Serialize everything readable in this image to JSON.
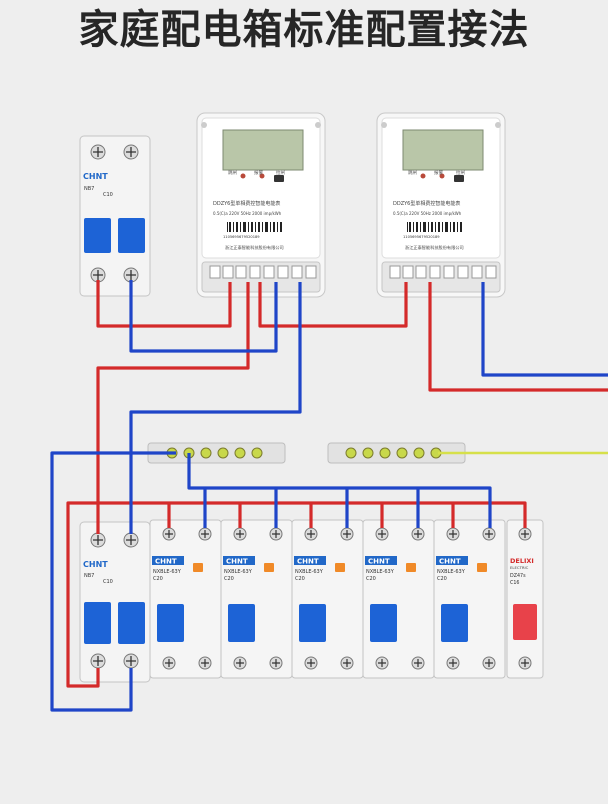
{
  "title": "家庭配电箱标准配置接法",
  "main_breaker_top": {
    "brand": "CHNT",
    "model": "NB7",
    "rating": "C10"
  },
  "main_breaker_bottom": {
    "brand": "CHNT",
    "model": "NB7",
    "rating": "C10"
  },
  "meters": [
    {
      "model": "DDZY6型单相费控智能电能表",
      "spec": "0.5(C)a 220V 50Hz 2000 imp/kWh",
      "barcode": "1105695679520189",
      "maker": "浙江正泰智能科技股份有限公司",
      "btn_left": "跳闸",
      "btn_mid": "报警",
      "btn_right": "拉闸"
    },
    {
      "model": "DDZY6型单相费控智能电能表",
      "spec": "0.5(C)a 220V 50Hz 2000 imp/kWh",
      "barcode": "1105695679520189",
      "maker": "浙江正泰智能科技股份有限公司",
      "btn_left": "跳闸",
      "btn_mid": "报警",
      "btn_right": "拉闸"
    }
  ],
  "rcbos": [
    {
      "brand": "CHNT",
      "model": "NXBLE-63Y",
      "rating": "C20"
    },
    {
      "brand": "CHNT",
      "model": "NXBLE-63Y",
      "rating": "C20"
    },
    {
      "brand": "CHNT",
      "model": "NXBLE-63Y",
      "rating": "C20"
    },
    {
      "brand": "CHNT",
      "model": "NXBLE-63Y",
      "rating": "C20"
    },
    {
      "brand": "CHNT",
      "model": "NXBLE-63Y",
      "rating": "C20"
    }
  ],
  "delixi": {
    "brand": "DELIXI",
    "sub": "ELECTRIC",
    "model": "DZ47s",
    "rating": "C16"
  },
  "colors": {
    "live": "#d42a2a",
    "neutral": "#1f45c8",
    "earth": "#d6e04a",
    "breaker_blue": "#1d63d6",
    "breaker_red": "#e8424a",
    "brand_blue": "#2168c8"
  }
}
